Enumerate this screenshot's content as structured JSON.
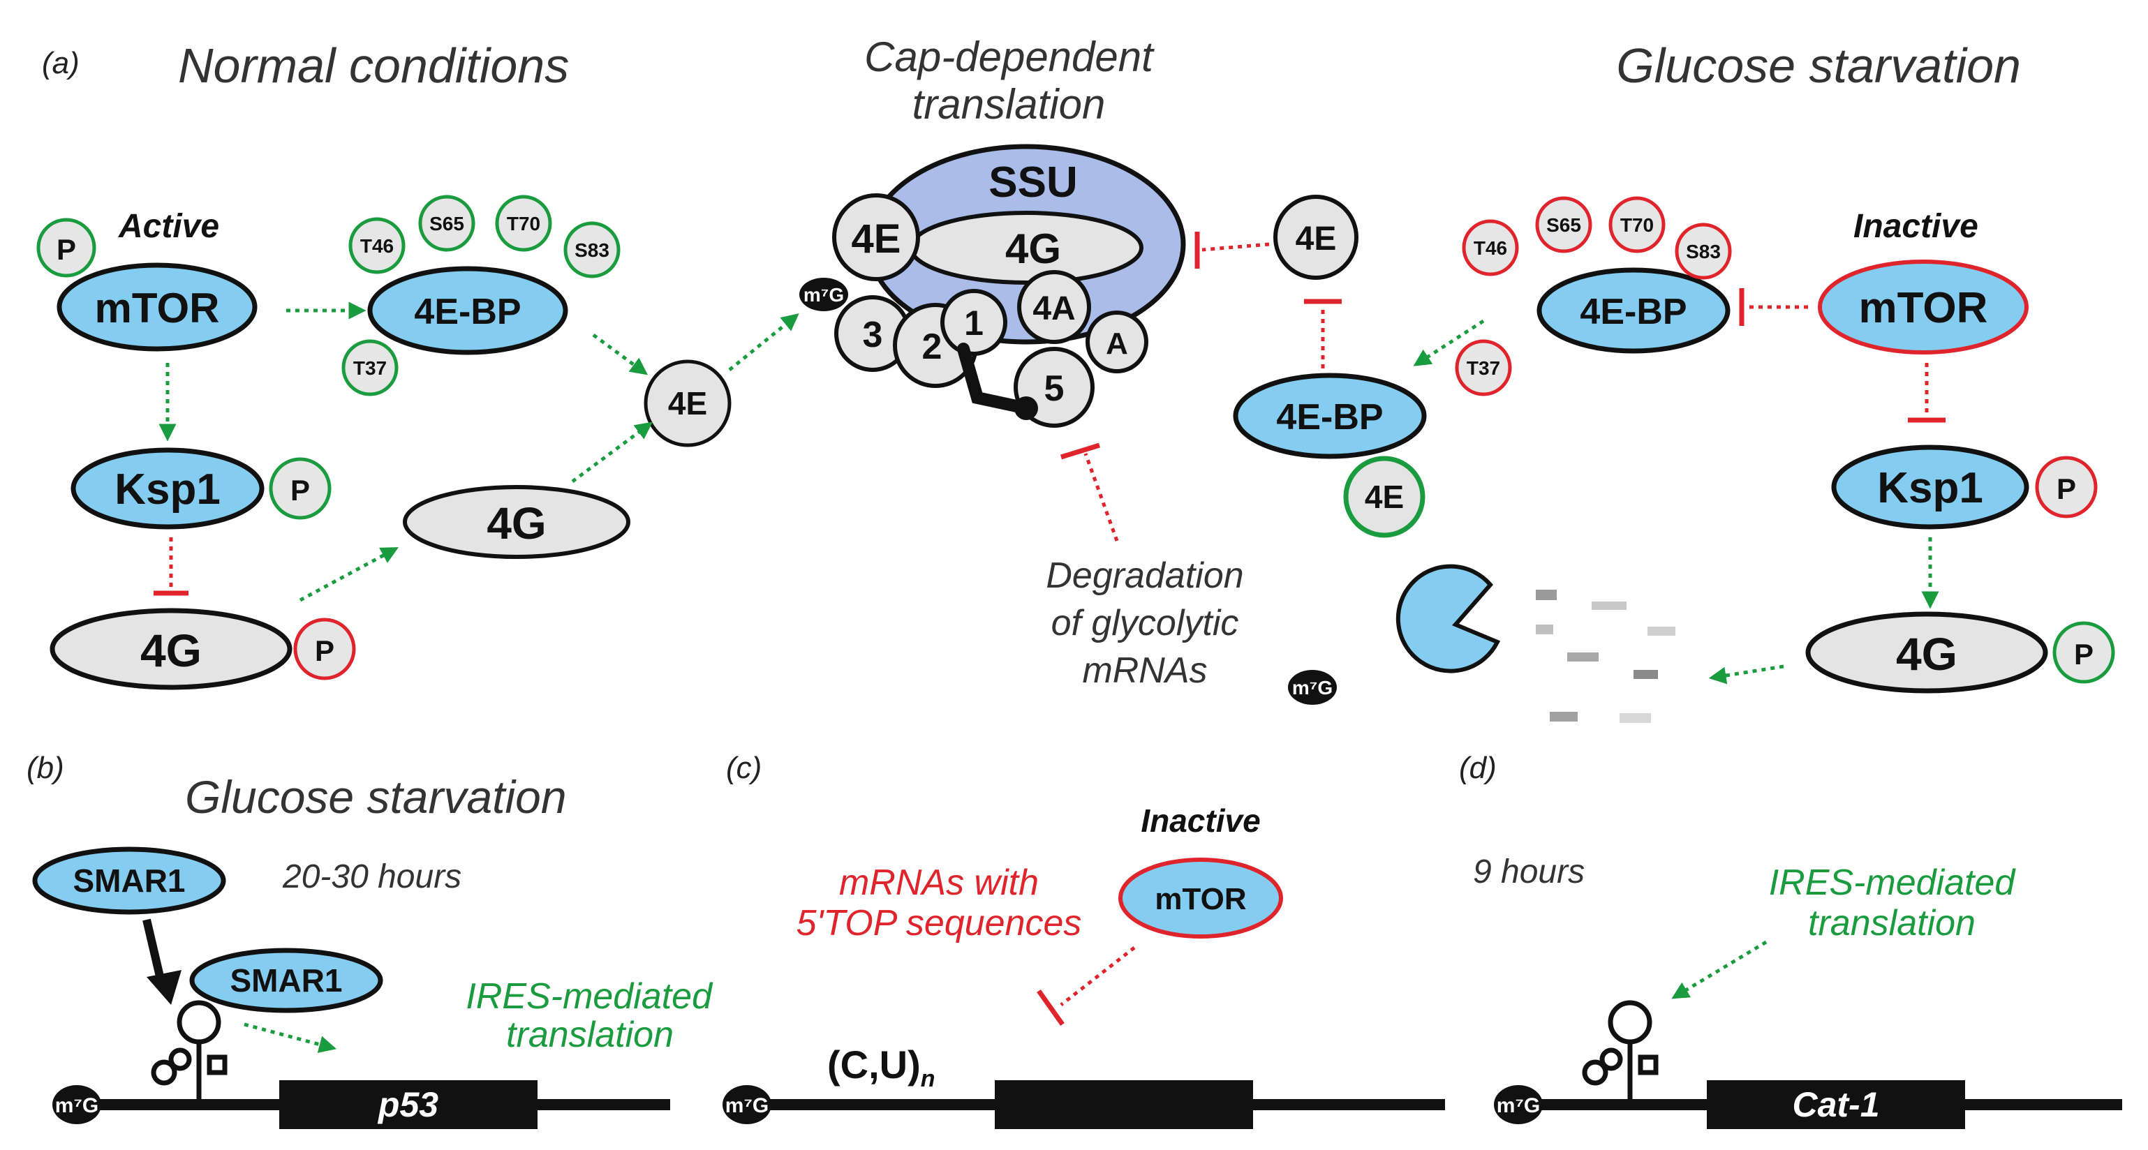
{
  "panel_labels": {
    "a": "(a)",
    "b": "(b)",
    "c": "(c)",
    "d": "(d)"
  },
  "panel_a": {
    "title_left": "Normal conditions",
    "title_center_line1": "Cap-dependent",
    "title_center_line2": "translation",
    "title_right": "Glucose starvation",
    "active_label": "Active",
    "inactive_label": "Inactive",
    "phospho": "P",
    "mtor": "mTOR",
    "fourebp": "4E-BP",
    "ksp1": "Ksp1",
    "fourg": "4G",
    "foure": "4E",
    "sites": {
      "t46": "T46",
      "s65": "S65",
      "t70": "T70",
      "s83": "S83",
      "t37": "T37"
    },
    "ribosome": {
      "ssu": "SSU",
      "e": "4E",
      "g": "4G",
      "a4": "4A",
      "a": "A",
      "n1": "1",
      "n2": "2",
      "n3": "3",
      "n5": "5"
    },
    "cap": "m⁷G",
    "degradation_line1": "Degradation",
    "degradation_line2": "of glycolytic",
    "degradation_line3": "mRNAs"
  },
  "panel_b": {
    "title": "Glucose starvation",
    "time": "20-30 hours",
    "smar1": "SMAR1",
    "ires_line1": "IRES-mediated",
    "ires_line2": "translation",
    "gene": "p53"
  },
  "panel_c": {
    "inactive": "Inactive",
    "mtor": "mTOR",
    "note_line1": "mRNAs with",
    "note_line2": "5'TOP sequences",
    "motif": "(C,U)",
    "motif_sub": "n"
  },
  "panel_d": {
    "time": "9 hours",
    "ires_line1": "IRES-mediated",
    "ires_line2": "translation",
    "gene": "Cat-1"
  },
  "colors": {
    "protein_blue": "#84cdf0",
    "factor_grey": "#e4e4e4",
    "activation_green": "#1a9c3e",
    "inhibition_red": "#e0242b",
    "ssu_blue": "#a9bde8"
  }
}
